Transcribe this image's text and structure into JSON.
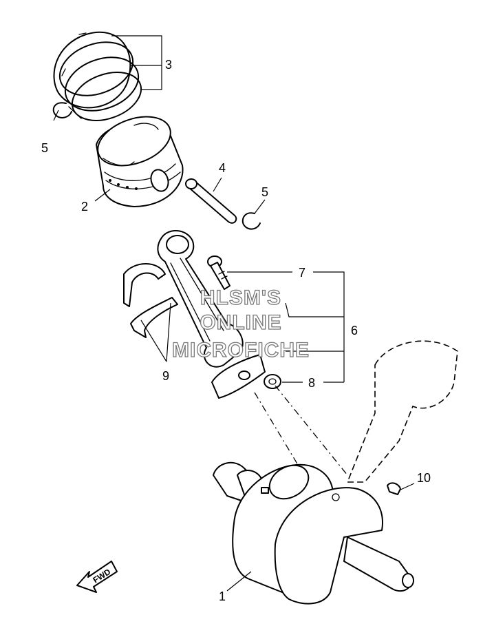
{
  "watermark": {
    "line1": "HLSM'S",
    "line2": "ONLINE",
    "line3": "MICROFICHE"
  },
  "direction_marker": "FWD",
  "callouts": [
    {
      "id": "c1",
      "label": "1",
      "part": "crankshaft"
    },
    {
      "id": "c2",
      "label": "2",
      "part": "piston"
    },
    {
      "id": "c3",
      "label": "3",
      "part": "piston-ring-set"
    },
    {
      "id": "c4",
      "label": "4",
      "part": "piston-pin"
    },
    {
      "id": "c5a",
      "label": "5",
      "part": "piston-pin-clip"
    },
    {
      "id": "c5b",
      "label": "5",
      "part": "piston-pin-clip"
    },
    {
      "id": "c6",
      "label": "6",
      "part": "connecting-rod-assembly"
    },
    {
      "id": "c7",
      "label": "7",
      "part": "bolt"
    },
    {
      "id": "c8",
      "label": "8",
      "part": "nut"
    },
    {
      "id": "c9",
      "label": "9",
      "part": "big-end-bearing"
    },
    {
      "id": "c10",
      "label": "10",
      "part": "woodruff-key"
    }
  ],
  "colors": {
    "line": "#000000",
    "background": "#ffffff",
    "watermark_outline": "#777777"
  }
}
